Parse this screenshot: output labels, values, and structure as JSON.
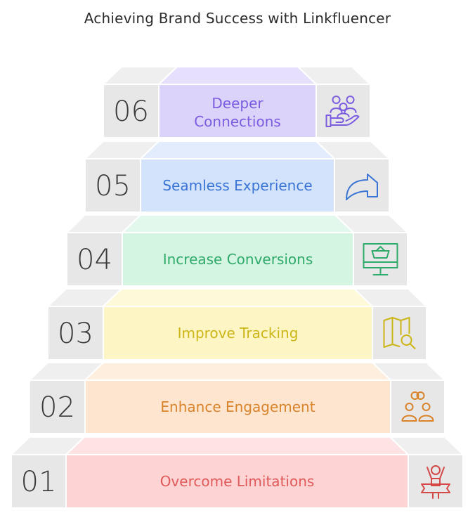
{
  "title": "Achieving Brand Success with Linkfluencer",
  "steps": [
    {
      "number": "01",
      "label": "Overcome Limitations",
      "icon": "celebrating-person-icon",
      "fill": "#fdd3d3",
      "cap": "#fde3e3",
      "text_color": "#e05a5a",
      "icon_color": "#d44848"
    },
    {
      "number": "02",
      "label": "Enhance Engagement",
      "icon": "linked-people-icon",
      "fill": "#fde5cf",
      "cap": "#fdeede",
      "text_color": "#d9832a",
      "icon_color": "#d9832a"
    },
    {
      "number": "03",
      "label": "Improve Tracking",
      "icon": "map-search-icon",
      "fill": "#fdf6c4",
      "cap": "#fdf9d9",
      "text_color": "#ccb516",
      "icon_color": "#ccb516"
    },
    {
      "number": "04",
      "label": "Increase Conversions",
      "icon": "monitor-cart-icon",
      "fill": "#d4f5e2",
      "cap": "#e3f8ec",
      "text_color": "#2eaa6a",
      "icon_color": "#2eaa6a"
    },
    {
      "number": "05",
      "label": "Seamless Experience",
      "icon": "curved-arrow-icon",
      "fill": "#d3e3fb",
      "cap": "#e2ecfc",
      "text_color": "#3a74d4",
      "icon_color": "#3a74d4"
    },
    {
      "number": "06",
      "label": "Deeper Connections",
      "label_lines": [
        "Deeper",
        "Connections"
      ],
      "icon": "hand-holding-people-icon",
      "fill": "#dcd3fb",
      "cap": "#e7e0fc",
      "text_color": "#7b5ce0",
      "icon_color": "#7b5ce0"
    }
  ],
  "colors": {
    "side_block": "#e7e7e7",
    "side_cap": "#efefef",
    "border": "#ffffff"
  }
}
